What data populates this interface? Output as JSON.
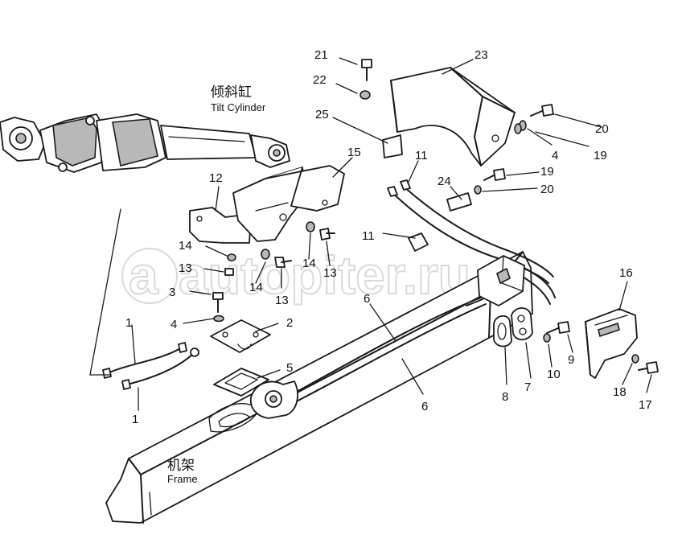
{
  "captions": {
    "tilt_cylinder_cn": "倾斜缸",
    "tilt_cylinder_en": "Tilt Cylinder",
    "frame_cn": "机架",
    "frame_en": "Frame"
  },
  "watermark": "autopiter.ru",
  "callouts": [
    "1",
    "1",
    "2",
    "3",
    "4",
    "4",
    "5",
    "6",
    "6",
    "7",
    "8",
    "9",
    "10",
    "11",
    "11",
    "12",
    "13",
    "13",
    "13",
    "14",
    "14",
    "14",
    "15",
    "16",
    "17",
    "18",
    "19",
    "19",
    "20",
    "20",
    "21",
    "22",
    "23",
    "24",
    "25"
  ],
  "colors": {
    "line": "#1a1a1a",
    "shade": "#b8b8b8",
    "watermark": "#d9d9d9"
  }
}
